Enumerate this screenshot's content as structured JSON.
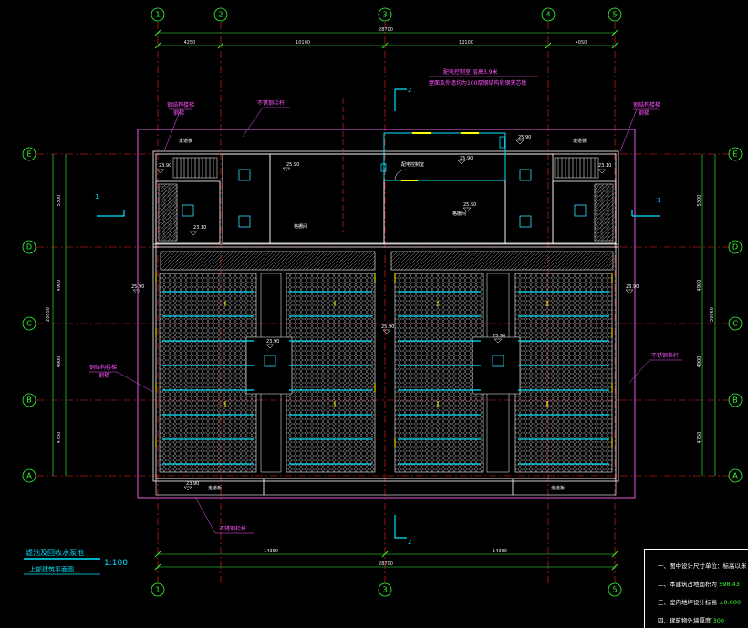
{
  "grid": {
    "columns": [
      "1",
      "2",
      "3",
      "4",
      "5"
    ],
    "rows": [
      "E",
      "D",
      "C",
      "B",
      "A"
    ]
  },
  "dimensions": {
    "top_total": "28700",
    "top_segments": [
      "4250",
      "10100",
      "10100",
      "4050"
    ],
    "bottom_total": "28700",
    "bottom_segments": [
      "14350",
      "14350"
    ],
    "left_segments": [
      "5300",
      "4900",
      "4900",
      "4750"
    ],
    "left_total": "20050",
    "right_segments": [
      "5300",
      "4900",
      "4900",
      "4750"
    ],
    "right_total": "20050"
  },
  "sections": {
    "s1_left": "1",
    "s1_right": "1",
    "s2_top": "2",
    "s2_bottom": "2"
  },
  "annotations": {
    "stair_rail_tl": "钢结构楼梯",
    "stair_rail_tl_sub": "钢梯",
    "stair_rail_tr": "钢结构楼梯",
    "stair_rail_tr_sub": "钢梯",
    "steel_rail_top": "不锈钢栏杆",
    "steel_rail_right": "不锈钢栏杆",
    "steel_rail_bottom": "不锈钢栏杆",
    "stair_rail_left": "钢结构楼梯",
    "stair_rail_left_sub": "钢梯",
    "control_note": "配电控制室 层高3.9米",
    "control_note2": "屋面及外墙均为100厚钢结构彩钢夹芯板",
    "control_room": "配电控制室",
    "pipe_room_left": "格栅间",
    "pipe_room_right": "格栅间",
    "grid_left": "走道板",
    "grid_right": "走道板",
    "walk_bottom_left": "走道板",
    "walk_bottom_right": "走道板"
  },
  "levels": [
    "23.90",
    "23.10",
    "25.90",
    "23.10",
    "25.90",
    "25.90",
    "25.90",
    "25.90",
    "23.90",
    "25.90",
    "23.90",
    "25.90",
    "23.90"
  ],
  "title_block": {
    "title": "滤池及回收水泵池",
    "subtitle": "上部建筑平面图",
    "scale": "1:100"
  },
  "notes": {
    "n1": "一、图中设计尺寸单位：标高以米",
    "n2_label": "二、本建筑占地面积为",
    "n2_value": "598.43",
    "n3_label": "三、室内地坪设计标高",
    "n3_value": "±0.000",
    "n4_label": "四、建筑物外墙厚度",
    "n4_value": "300"
  },
  "colors": {
    "grid_line": "#ff2020",
    "dim_line": "#34ff34",
    "wall": "#ffffff",
    "outline": "#ff66ff",
    "accent": "#00e5ff",
    "yellow": "#ffff00",
    "label": "#ff55ff"
  }
}
